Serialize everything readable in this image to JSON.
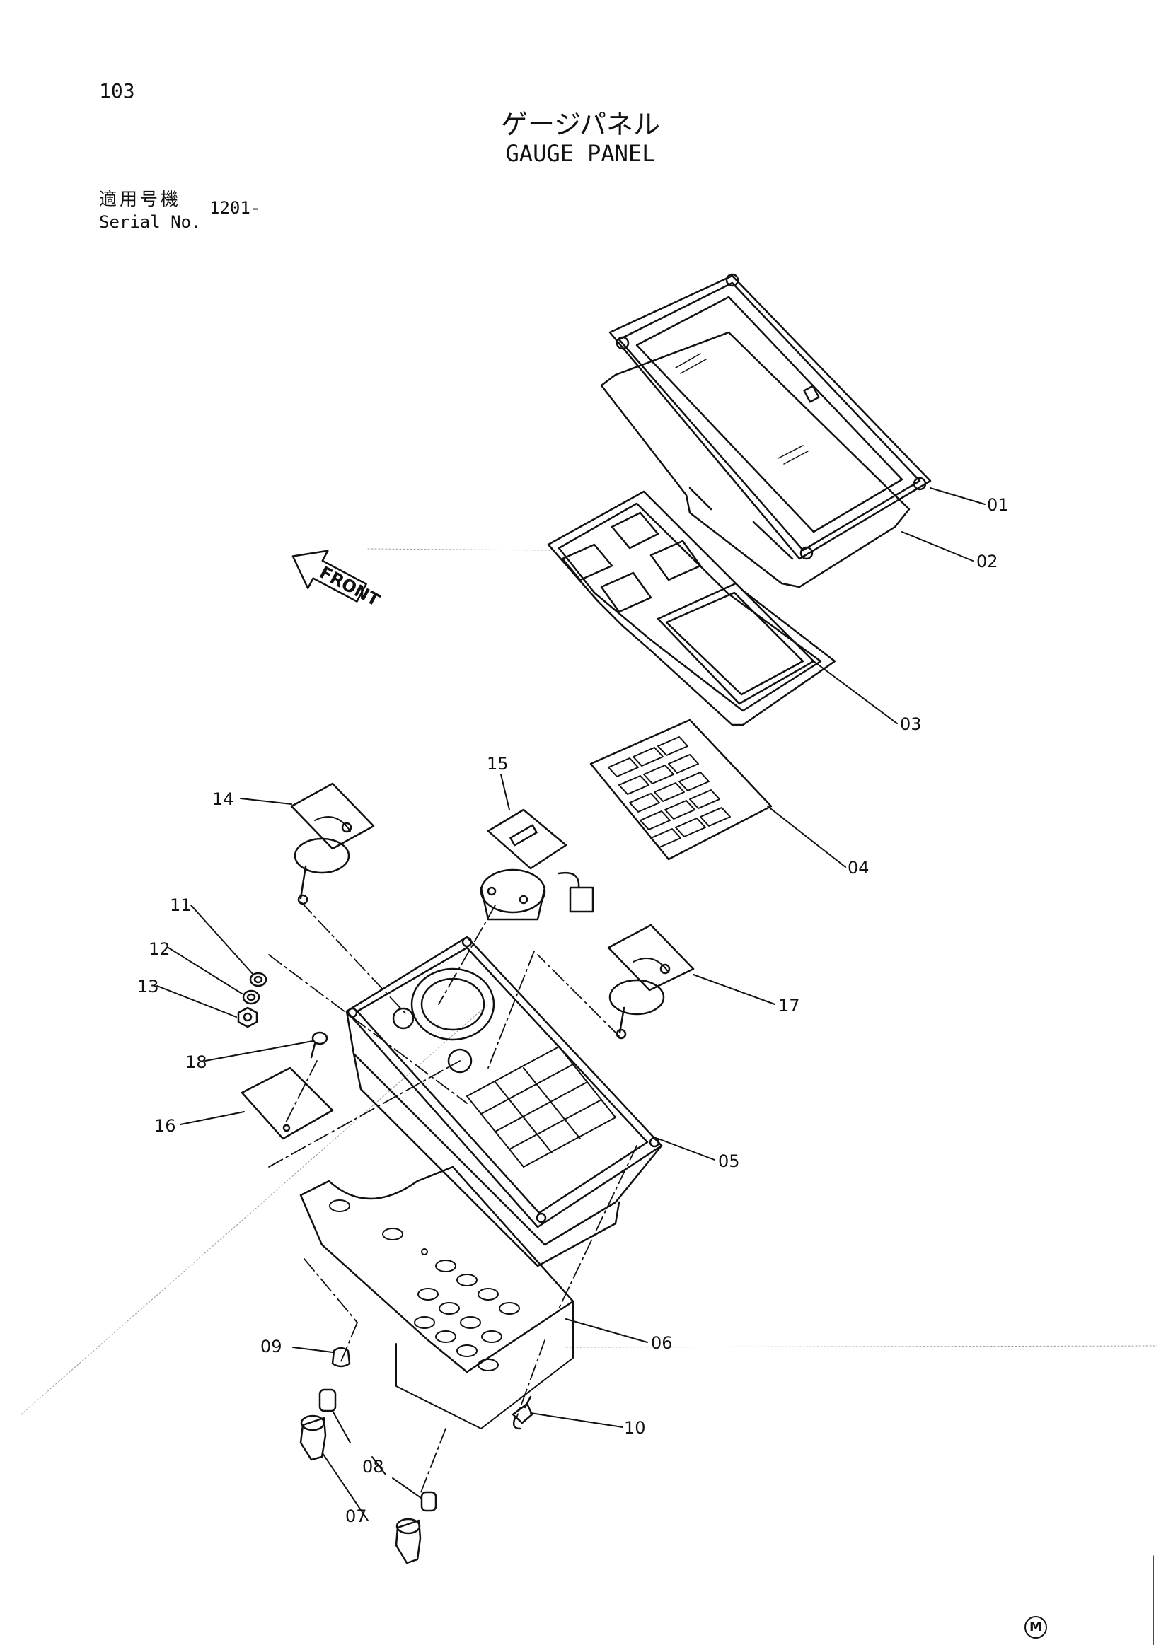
{
  "page_number": "103",
  "title_jp": "ゲージパネル",
  "title_en": "GAUGE PANEL",
  "serial": {
    "label_jp": "適用号機",
    "label_en": "Serial No.",
    "value": "1201-"
  },
  "front_arrow_label": "FRONT",
  "maker_mark": "M",
  "callouts": {
    "p01": "01",
    "p02": "02",
    "p03": "03",
    "p04": "04",
    "p05": "05",
    "p06": "06",
    "p07": "07",
    "p08": "08",
    "p09": "09",
    "p10": "10",
    "p11": "11",
    "p12": "12",
    "p13": "13",
    "p14": "14",
    "p15": "15",
    "p16": "16",
    "p17": "17",
    "p18": "18"
  }
}
